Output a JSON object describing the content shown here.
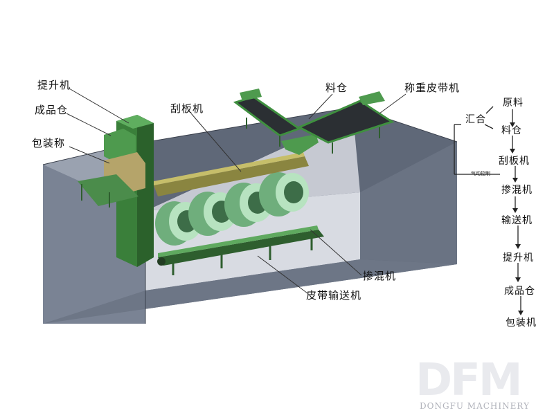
{
  "labels": {
    "elevator": "提升机",
    "finished_bin": "成品仓",
    "packing_scale": "包装称",
    "scraper": "刮板机",
    "hopper": "料仓",
    "weighing_belt": "称重皮带机",
    "mixer": "掺混机",
    "belt_conveyor": "皮带输送机"
  },
  "flow": {
    "merge": "汇合",
    "raw_material": "原料",
    "hopper": "料仓",
    "pneumatic_control": "气动控制",
    "scraper": "刮板机",
    "mixer": "掺混机",
    "conveyor": "输送机",
    "elevator": "提升机",
    "finished_bin": "成品仓",
    "packing": "包装机"
  },
  "watermark": {
    "logo": "DFM",
    "company": "DONGFU MACHINERY"
  },
  "colors": {
    "pit_wall": "#5e6777",
    "pit_face": "#7c8597",
    "pit_top": "#c9ccd6",
    "machine_green": "#3f8f3f",
    "scraper_yellow": "#a8a053",
    "mixer_green": "#8fc79b"
  }
}
